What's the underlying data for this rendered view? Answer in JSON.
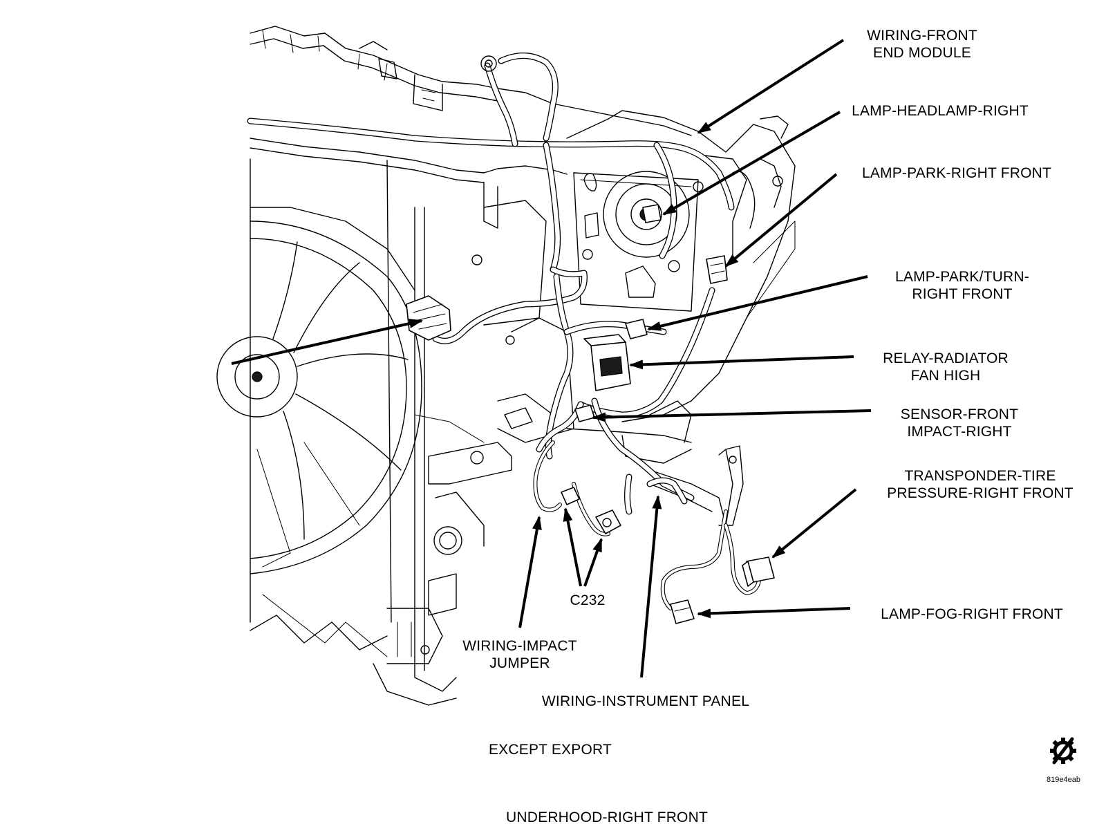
{
  "diagram": {
    "callouts": [
      {
        "id": "wiring-front-end-module",
        "lines": [
          "WIRING-FRONT",
          "END MODULE"
        ]
      },
      {
        "id": "lamp-headlamp-right",
        "lines": [
          "LAMP-HEADLAMP-RIGHT"
        ]
      },
      {
        "id": "lamp-park-right-front",
        "lines": [
          "LAMP-PARK-RIGHT FRONT"
        ]
      },
      {
        "id": "lamp-park-turn-right-front",
        "lines": [
          "LAMP-PARK/TURN-",
          "RIGHT FRONT"
        ]
      },
      {
        "id": "relay-radiator-fan-high",
        "lines": [
          "RELAY-RADIATOR",
          "FAN HIGH"
        ]
      },
      {
        "id": "sensor-front-impact-right",
        "lines": [
          "SENSOR-FRONT",
          "IMPACT-RIGHT"
        ]
      },
      {
        "id": "transponder-tire-pressure-right-front",
        "lines": [
          "TRANSPONDER-TIRE",
          "PRESSURE-RIGHT FRONT"
        ]
      },
      {
        "id": "lamp-fog-right-front",
        "lines": [
          "LAMP-FOG-RIGHT FRONT"
        ]
      },
      {
        "id": "c232",
        "lines": [
          "C232"
        ]
      },
      {
        "id": "wiring-impact-jumper",
        "lines": [
          "WIRING-IMPACT",
          "JUMPER"
        ]
      },
      {
        "id": "wiring-instrument-panel",
        "lines": [
          "WIRING-INSTRUMENT PANEL"
        ]
      }
    ],
    "subtitle": "EXCEPT EXPORT",
    "caption": "UNDERHOOD-RIGHT FRONT",
    "figure_code": "819e4eab",
    "logo_icon": "crossed-gear-icon"
  }
}
